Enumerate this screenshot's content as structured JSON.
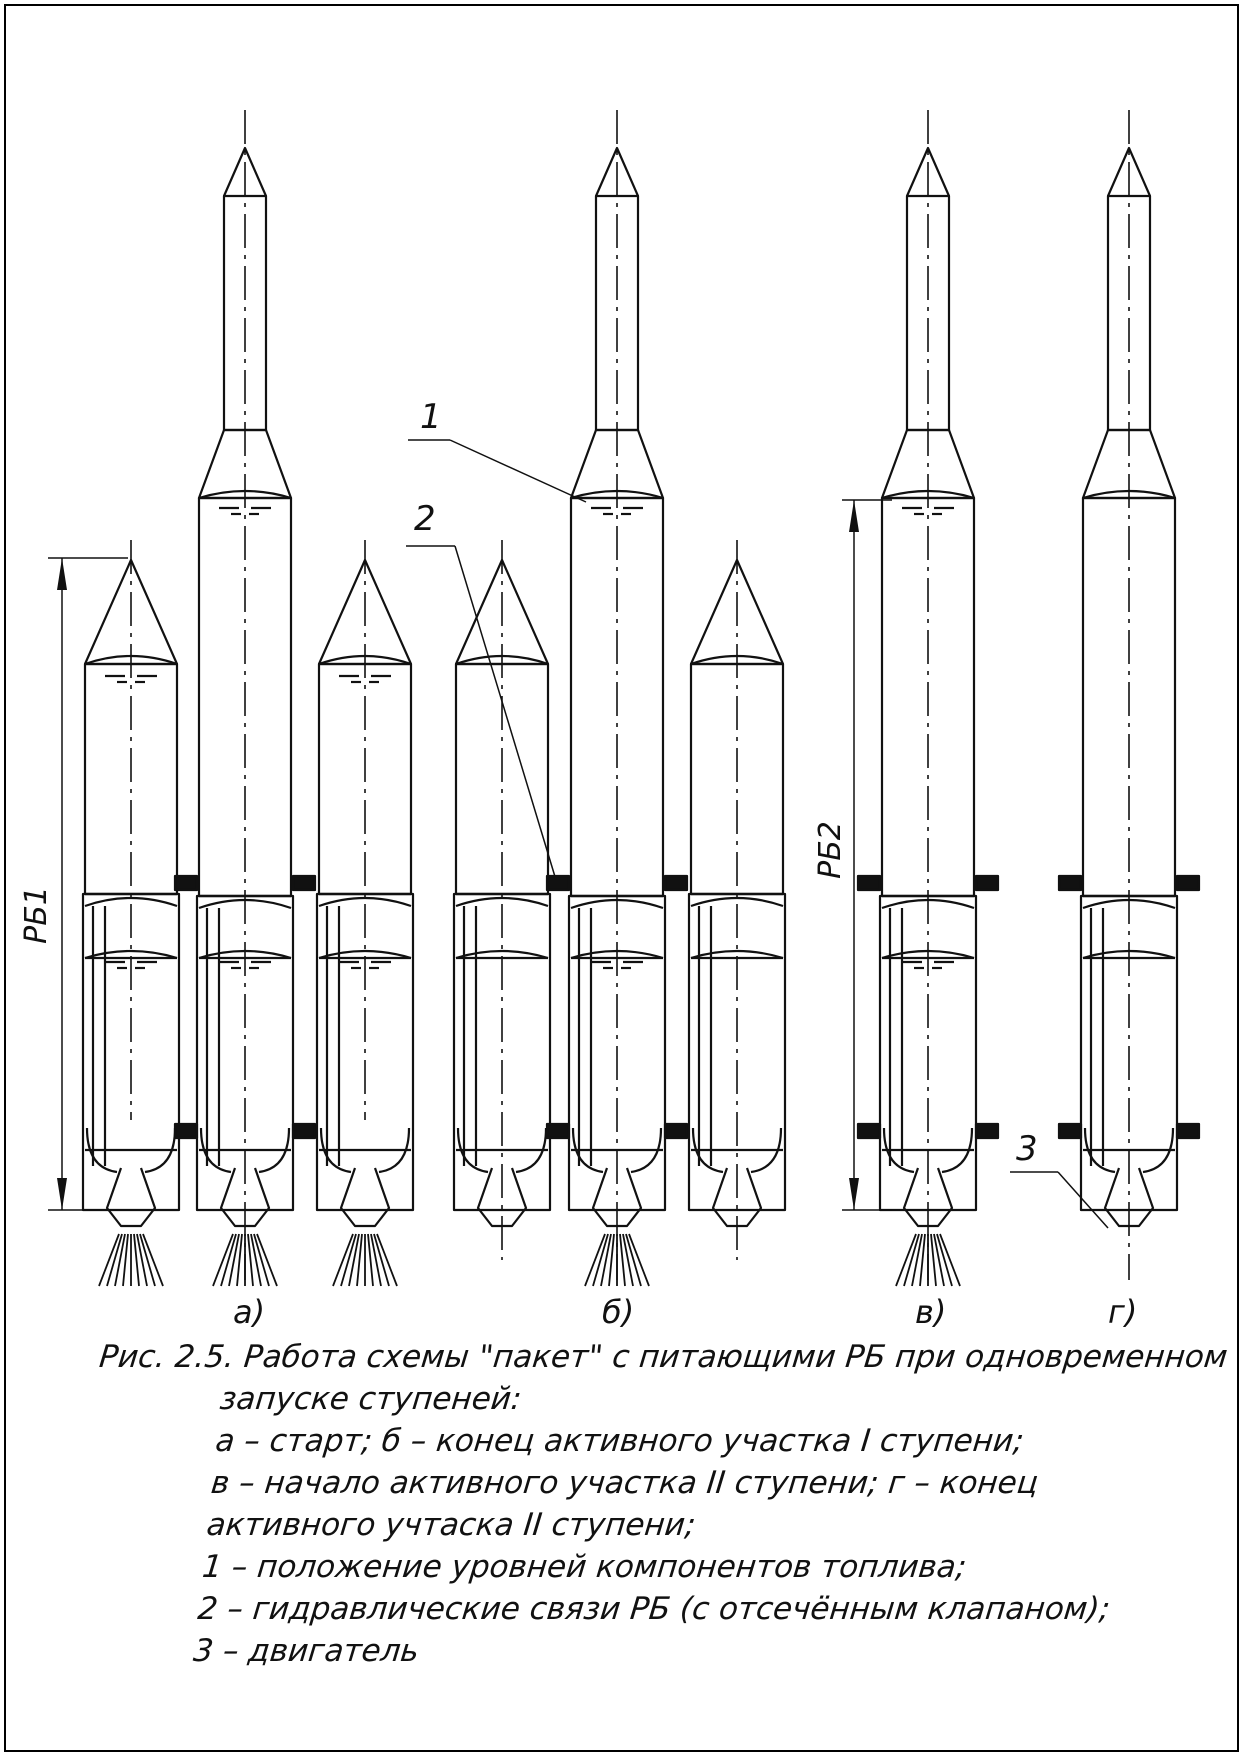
{
  "labels": {
    "variants": [
      "а)",
      "б)",
      "в)",
      "г)"
    ],
    "callouts": [
      "1",
      "2",
      "3"
    ],
    "dimensions": [
      "РБ1",
      "РБ2"
    ]
  },
  "caption": {
    "line1": "Рис. 2.5. Работа схемы \"пакет\" с питающими РБ при одновременном",
    "line2": "запуске ступеней:",
    "line3": "а – старт; б – конец активного участка I ступени;",
    "line4": "в – начало активного участка II ступени; г – конец",
    "line5": "активного учтаска II ступени;",
    "line6": "1 – положение уровней компонентов топлива;",
    "line7": "2 – гидравлические связи РБ (с отсечённым клапаном);",
    "line8": "3 – двигатель"
  }
}
